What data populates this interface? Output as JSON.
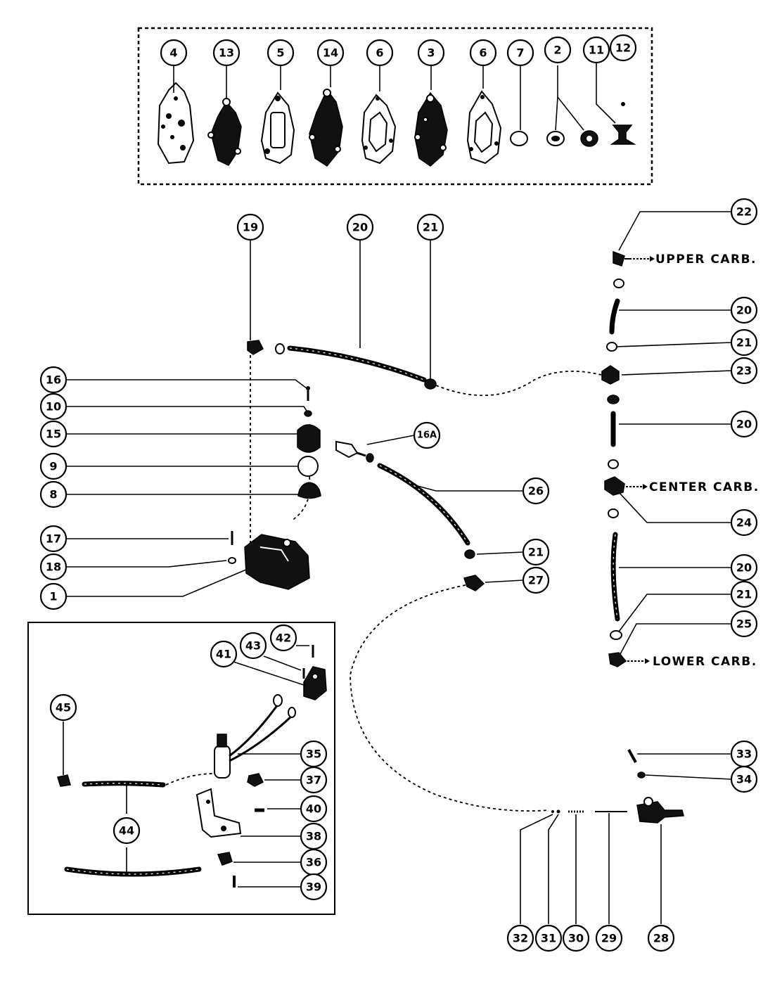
{
  "callouts": {
    "c4": "4",
    "c13": "13",
    "c5": "5",
    "c14": "14",
    "c6a": "6",
    "c3": "3",
    "c6b": "6",
    "c7": "7",
    "c2": "2",
    "c11": "11",
    "c12": "12",
    "c19": "19",
    "c20a": "20",
    "c21a": "21",
    "c22": "22",
    "c20b": "20",
    "c21b": "21",
    "c23": "23",
    "c20c": "20",
    "c24": "24",
    "c20d": "20",
    "c21c": "21",
    "c25": "25",
    "c16": "16",
    "c10": "10",
    "c15": "15",
    "c16A": "16A",
    "c9": "9",
    "c8": "8",
    "c26": "26",
    "c17": "17",
    "c18": "18",
    "c1": "1",
    "c21d": "21",
    "c27": "27",
    "c42": "42",
    "c43": "43",
    "c41": "41",
    "c45": "45",
    "c35": "35",
    "c37": "37",
    "c40": "40",
    "c44": "44",
    "c38": "38",
    "c36": "36",
    "c39": "39",
    "c33": "33",
    "c34": "34",
    "c32": "32",
    "c31": "31",
    "c30": "30",
    "c29": "29",
    "c28": "28"
  },
  "labels": {
    "upper_carb": "UPPER CARB.",
    "center_carb": "CENTER CARB.",
    "lower_carb": "LOWER CARB."
  }
}
